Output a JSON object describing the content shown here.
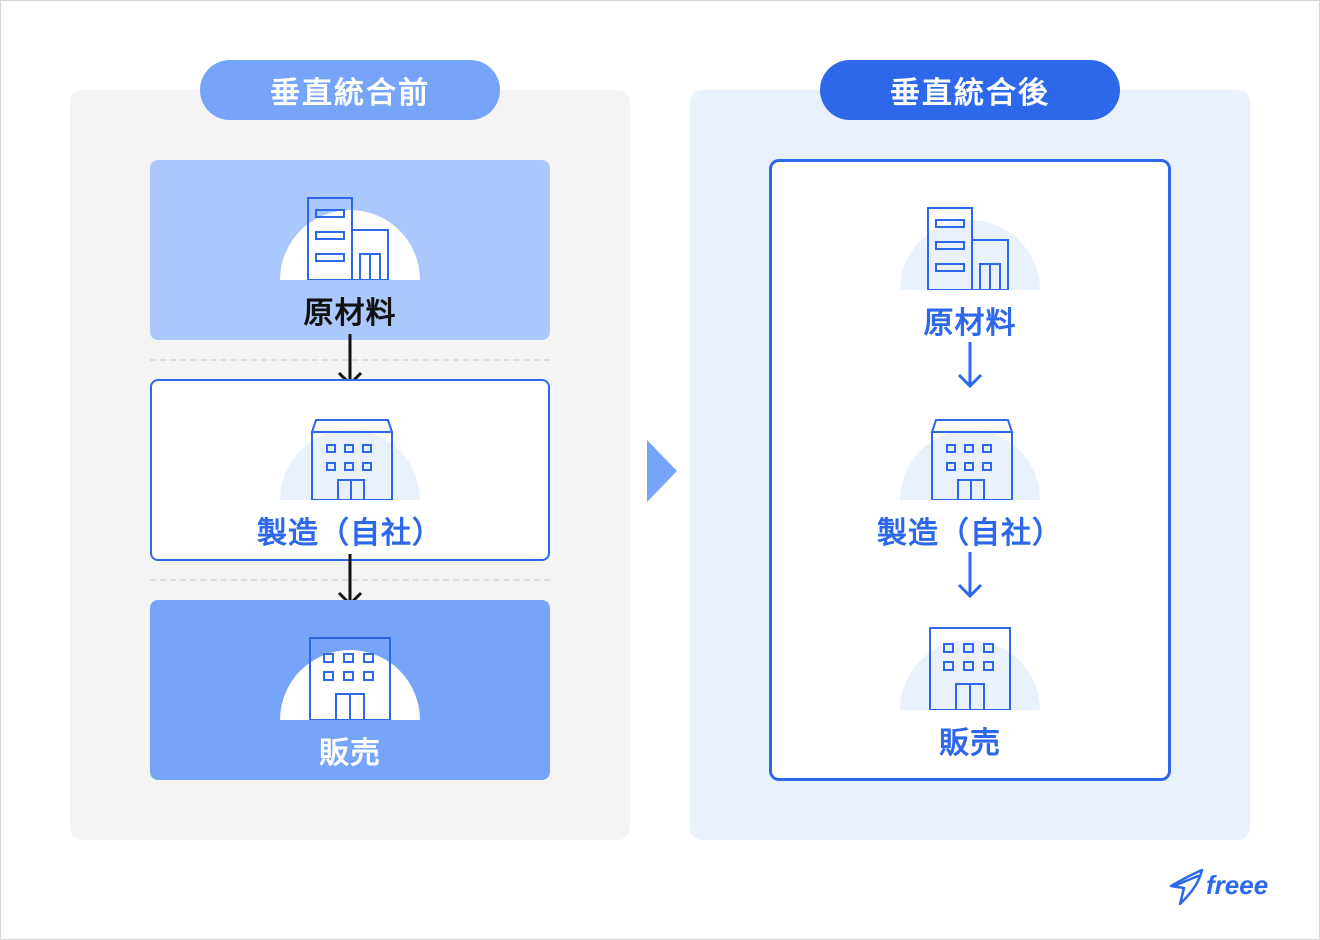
{
  "before": {
    "title": "垂直統合前",
    "steps": [
      {
        "label": "原材料",
        "icon": "warehouse-icon"
      },
      {
        "label": "製造（自社）",
        "icon": "factory-icon"
      },
      {
        "label": "販売",
        "icon": "store-building-icon"
      }
    ]
  },
  "after": {
    "title": "垂直統合後",
    "steps": [
      {
        "label": "原材料",
        "icon": "warehouse-icon"
      },
      {
        "label": "製造（自社）",
        "icon": "factory-icon"
      },
      {
        "label": "販売",
        "icon": "store-building-icon"
      }
    ]
  },
  "logo": {
    "text": "freee"
  },
  "colors": {
    "primary": "#2d68eb",
    "light_blue": "#75a4f8",
    "pale_blue": "#abc8fc",
    "panel_gray": "#f5f4f5",
    "panel_blue": "#e9f1fd"
  }
}
